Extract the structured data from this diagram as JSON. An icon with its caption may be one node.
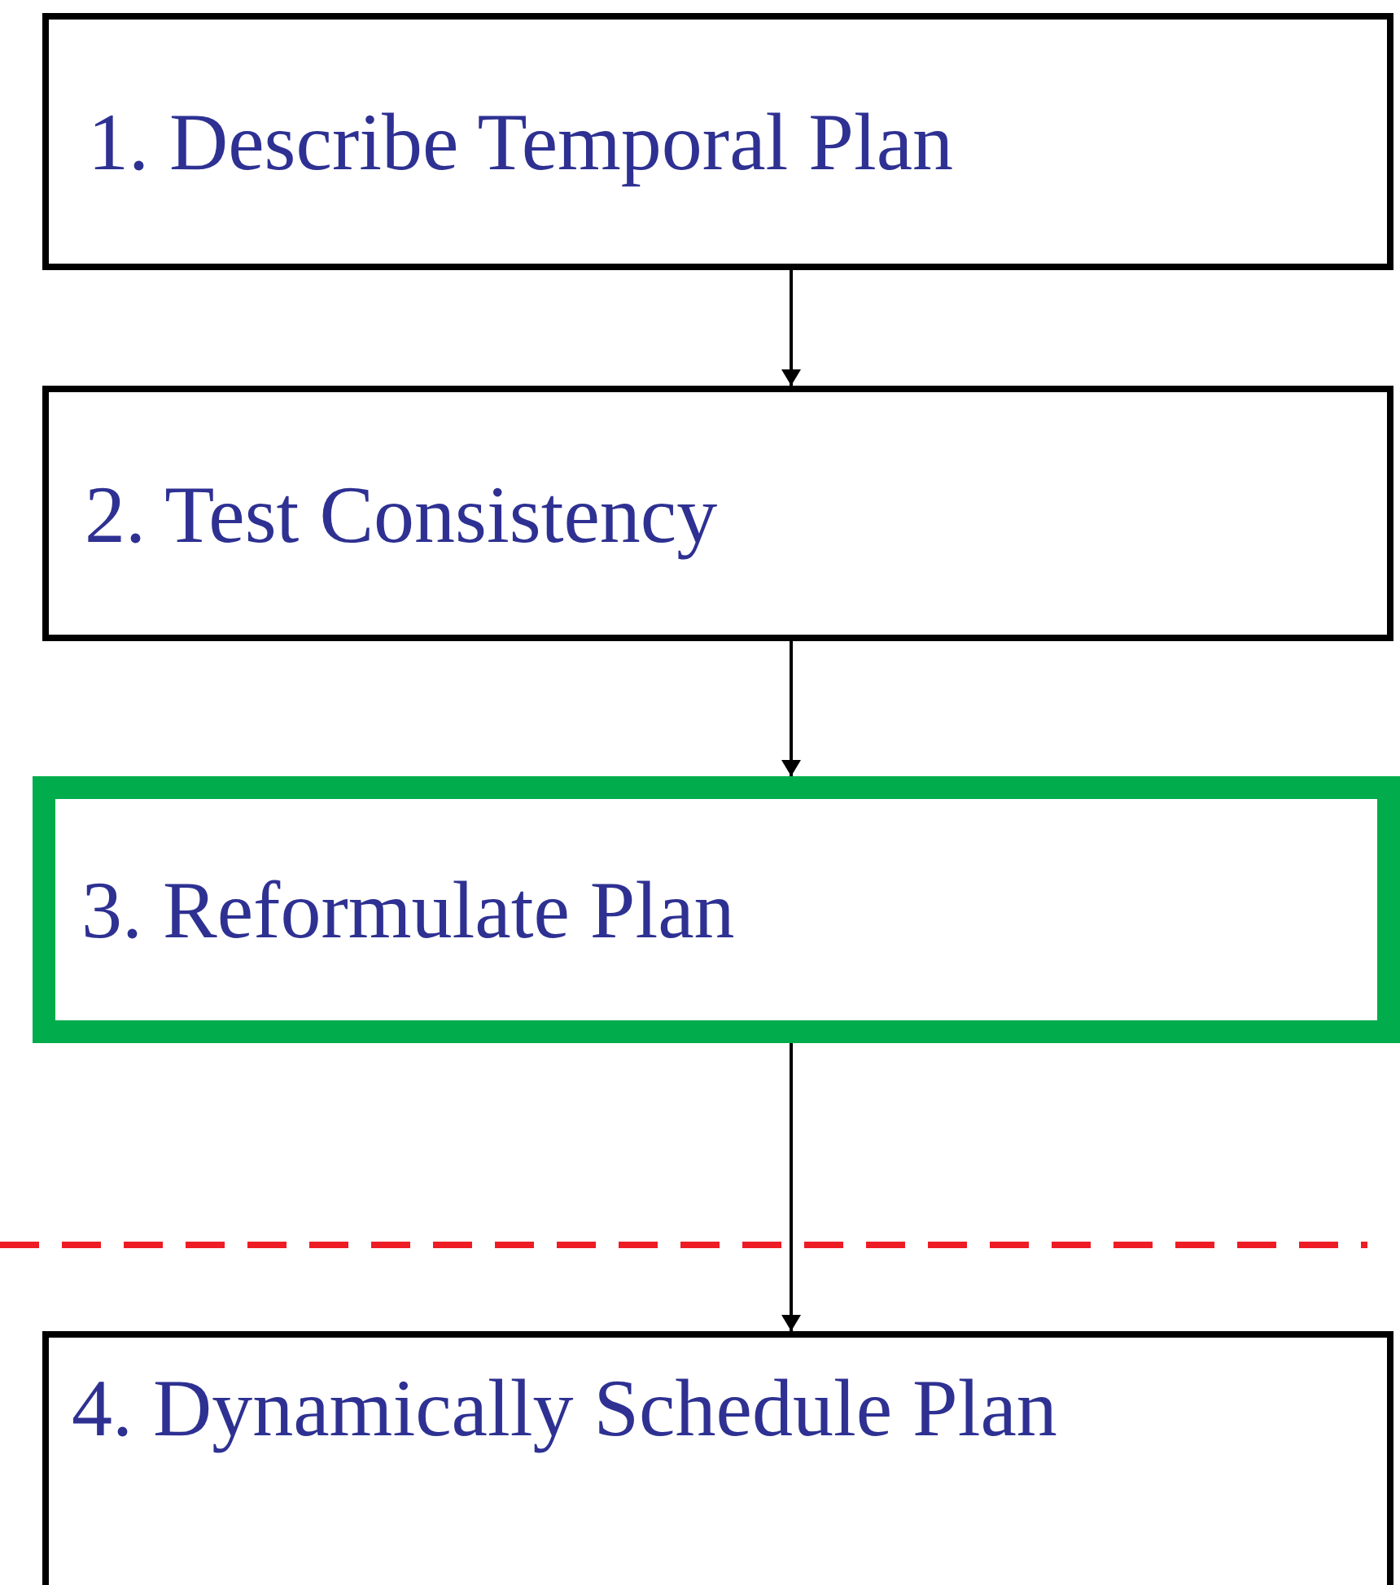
{
  "diagram": {
    "nodes": [
      {
        "text": [
          "1. Describe Temporal Plan"
        ]
      },
      {
        "text": [
          "2. Test Consistency"
        ]
      },
      {
        "text": [
          "3. Reformulate Plan"
        ]
      },
      {
        "text": [
          "4. Dynamically Schedule Plan"
        ]
      }
    ],
    "edges": [
      {
        "from": 0,
        "to": 1,
        "arrow": "to"
      },
      {
        "from": 1,
        "to": 2,
        "arrow": "to"
      },
      {
        "from": 2,
        "to": 3,
        "arrow": "to"
      }
    ]
  }
}
